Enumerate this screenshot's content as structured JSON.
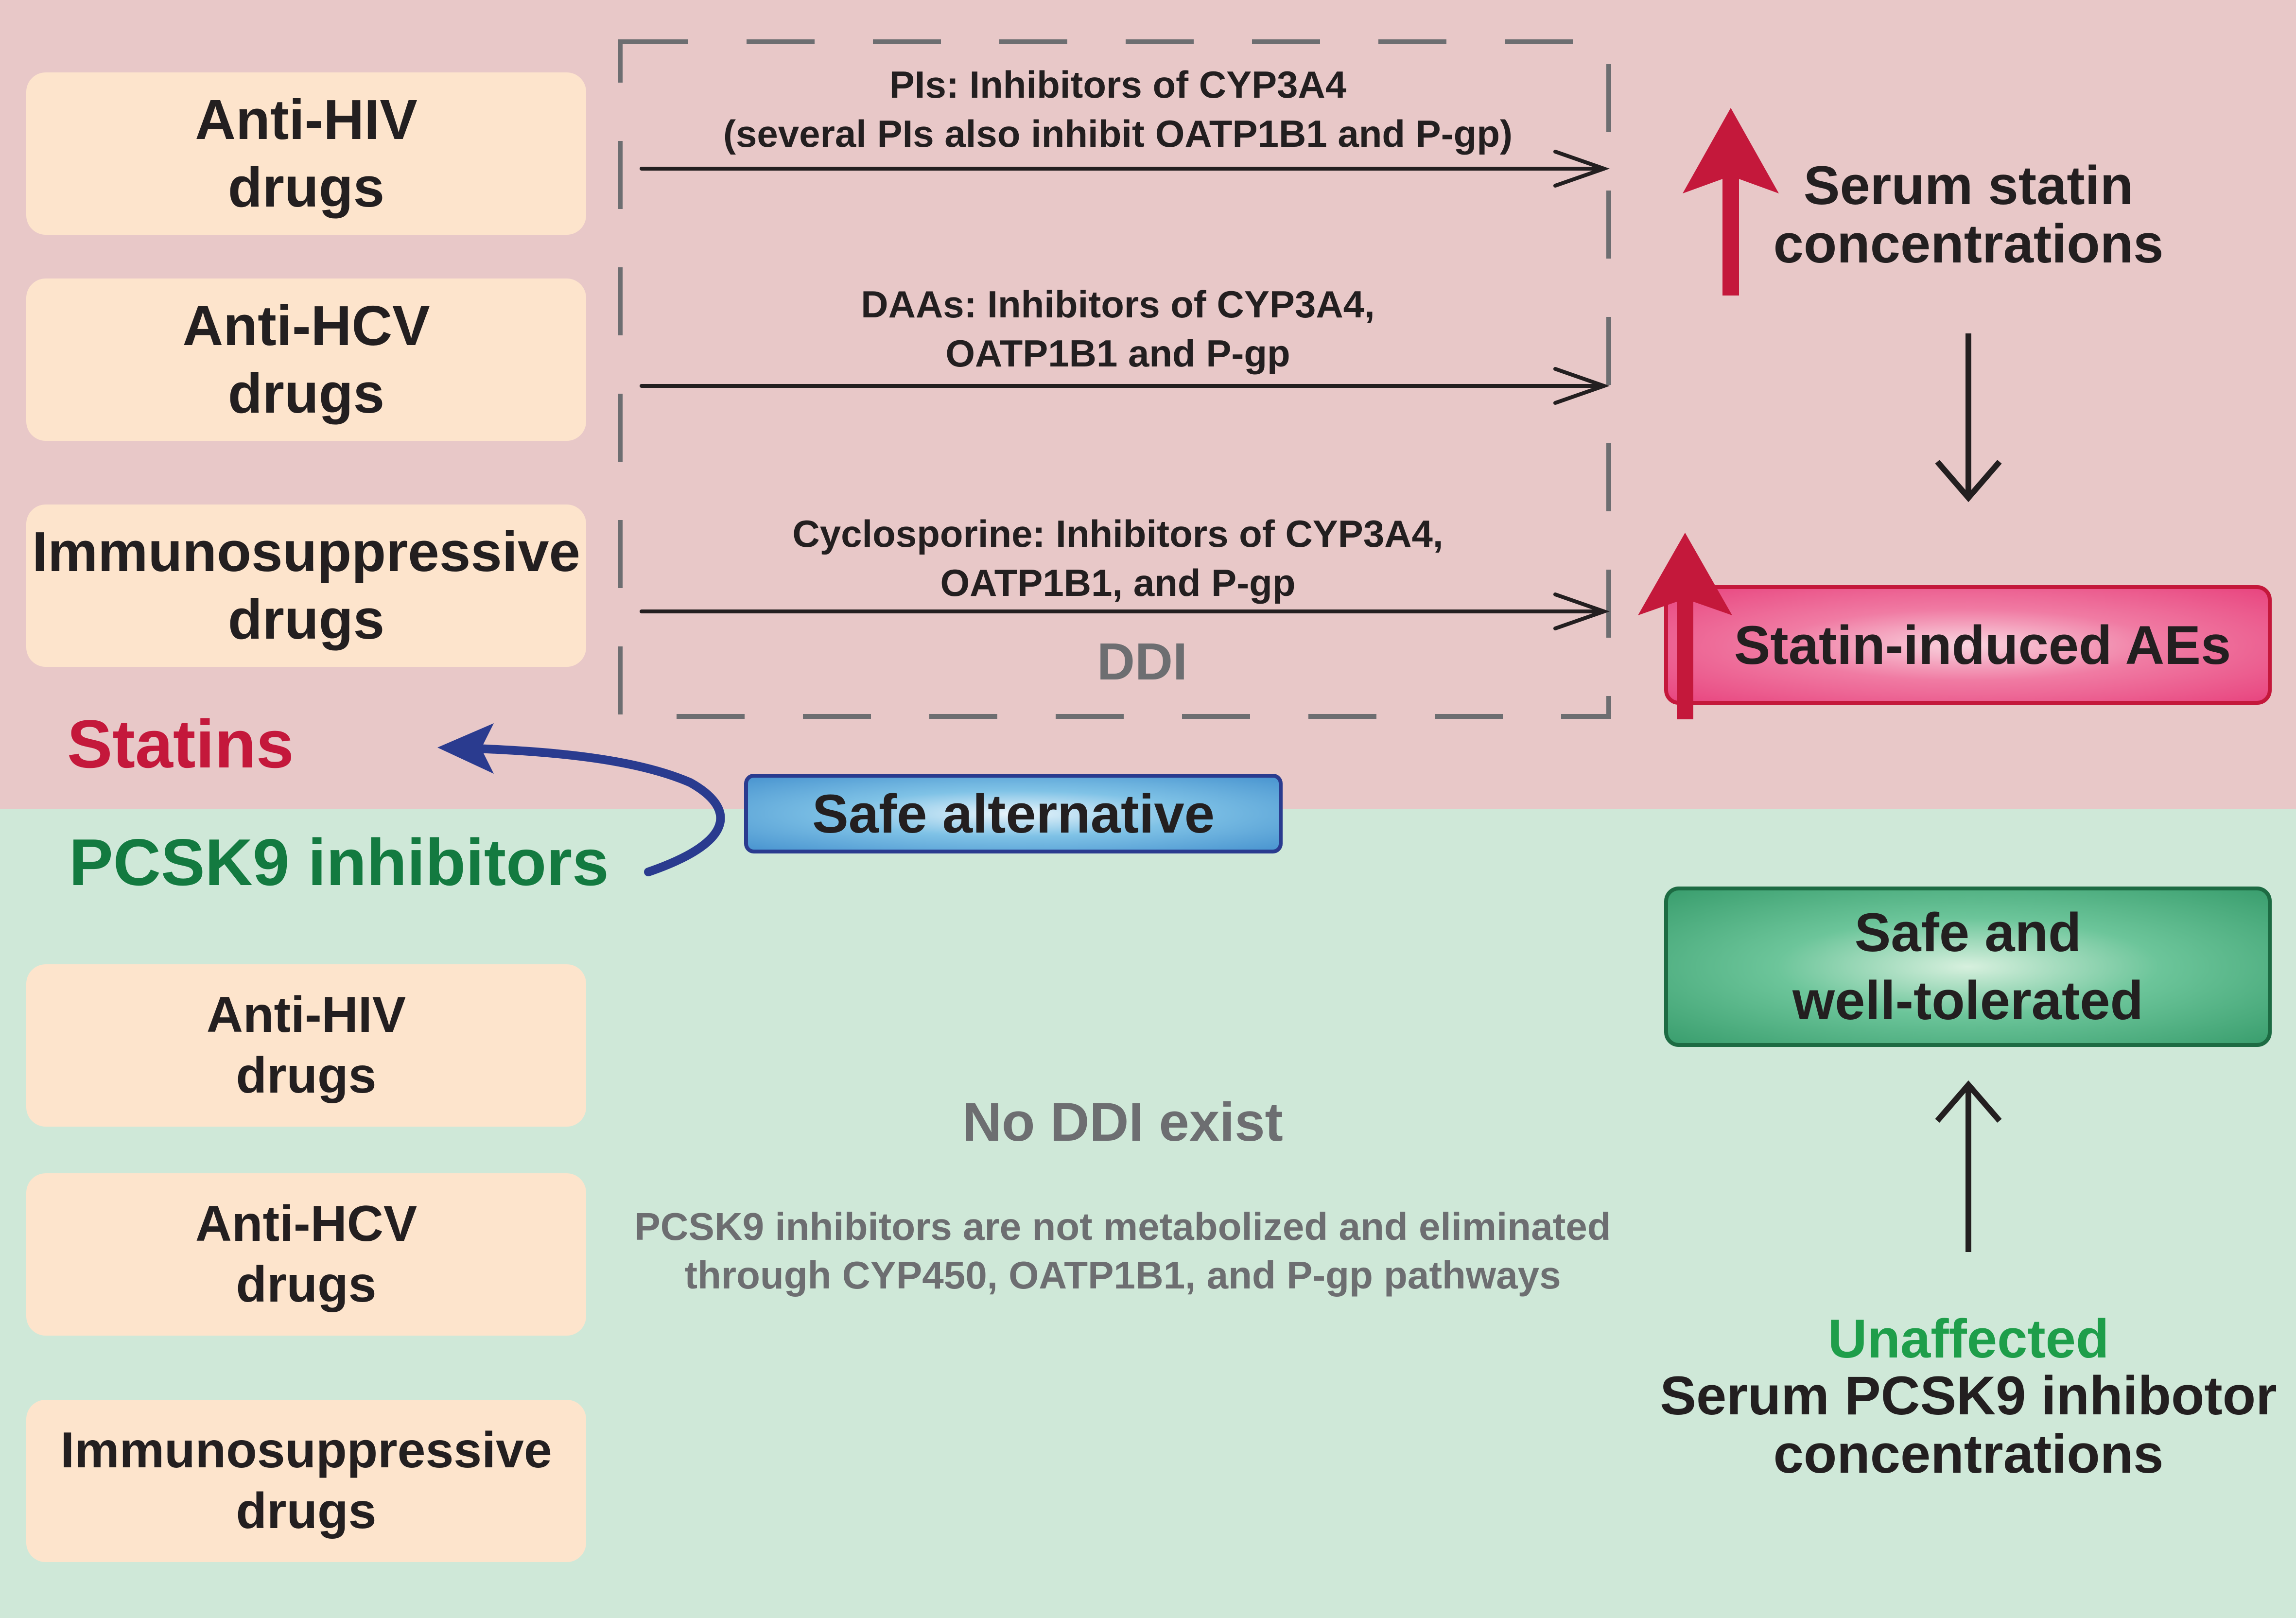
{
  "colors": {
    "top_panel": "#e8c8c8",
    "bottom_panel": "#cfe8d8",
    "drug_box": "#fde4cc",
    "statins_red": "#c4183b",
    "pcsk9_green": "#137a40",
    "unaffected_green": "#1e9e4a",
    "gray_text": "#6d6e71",
    "dark_text": "#231f20",
    "curve_blue": "#2a3b8f"
  },
  "top_drugs": [
    {
      "line1": "Anti-HIV",
      "line2": "drugs"
    },
    {
      "line1": "Anti-HCV",
      "line2": "drugs"
    },
    {
      "line1": "Immunosuppressive",
      "line2": "drugs"
    }
  ],
  "bottom_drugs": [
    {
      "line1": "Anti-HIV",
      "line2": "drugs"
    },
    {
      "line1": "Anti-HCV",
      "line2": "drugs"
    },
    {
      "line1": "Immunosuppressive",
      "line2": "drugs"
    }
  ],
  "interactions": [
    {
      "line1": "PIs: Inhibitors of CYP3A4",
      "line2": "(several PIs also inhibit OATP1B1 and P-gp)"
    },
    {
      "line1": "DAAs: Inhibitors of  CYP3A4,",
      "line2": "OATP1B1 and P-gp"
    },
    {
      "line1": "Cyclosporine: Inhibitors of CYP3A4,",
      "line2": "OATP1B1, and P-gp"
    }
  ],
  "ddi_label": "DDI",
  "statins_label": "Statins",
  "pcsk9_label": "PCSK9 inhibitors",
  "safe_alternative": "Safe alternative",
  "serum_statin": {
    "line1": "Serum statin",
    "line2": "concentrations"
  },
  "statin_aes": "Statin-induced AEs",
  "safe_tolerated": {
    "line1": "Safe and",
    "line2": "well-tolerated"
  },
  "no_ddi": "No DDI exist",
  "no_ddi_note": {
    "line1": "PCSK9 inhibitors are not metabolized and eliminated",
    "line2": "through CYP450, OATP1B1, and P-gp pathways"
  },
  "unaffected": "Unaffected",
  "serum_pcsk9": {
    "line1": "Serum PCSK9 inhibotor",
    "line2": "concentrations"
  },
  "icons": {
    "up_arrow": "red-up-arrow-icon",
    "down_arrow": "black-down-arrow-icon",
    "curve_arrow": "blue-curved-arrow-icon"
  }
}
